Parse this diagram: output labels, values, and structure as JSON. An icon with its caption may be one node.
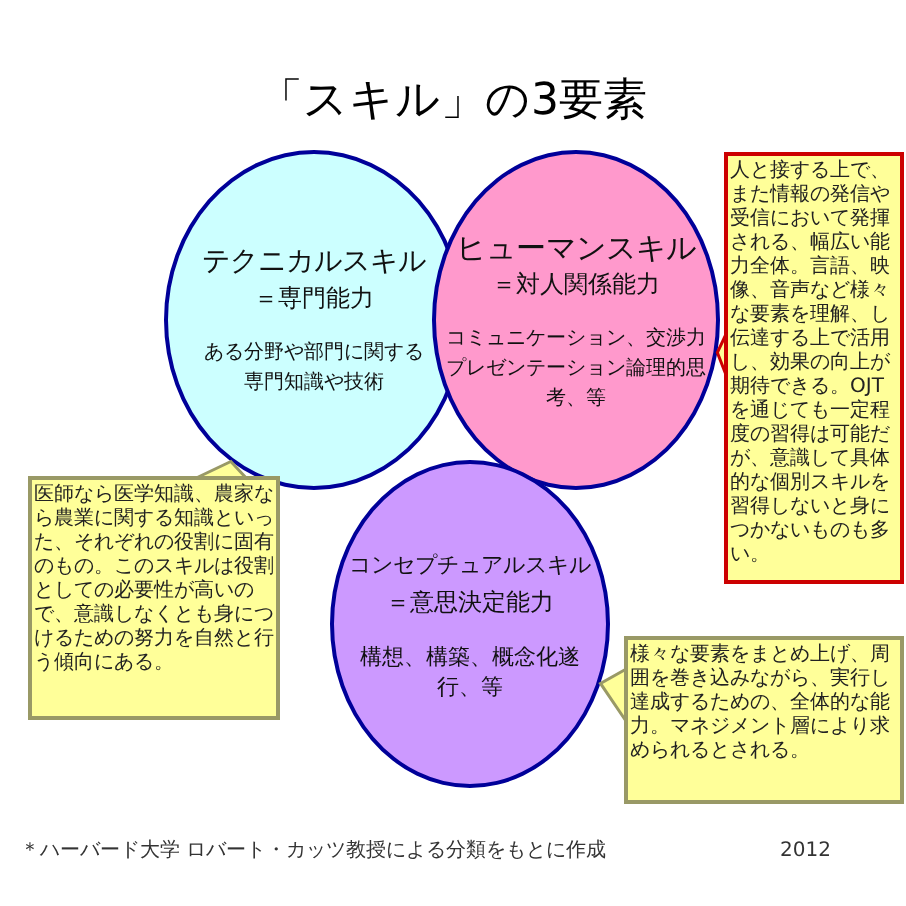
{
  "diagram": {
    "title": "「スキル」の3要素",
    "nodes": [
      {
        "text": [
          "テクニカルスキル",
          "＝専門能力",
          "ある分野や部門に関する専門知識や技術"
        ]
      },
      {
        "text": [
          "ヒューマンスキル",
          "＝対人関係能力",
          "コミュニケーション、交渉力プレゼンテーション論理的思考、等"
        ]
      },
      {
        "text": [
          "人と接する上で、また情報の発信や受信において発揮される、幅広い能力全体。言語、映像、音声など様々な要素を理解、し伝達する上で活用し、効果の向上が期待できる。OJTを通じても一定程度の習得は可能だが、意識して具体的な個別スキルを習得しないと身につかないものも多い。"
        ]
      },
      {
        "text": [
          "医師なら医学知識、農家なら農業に関する知識といった、それぞれの役割に固有のもの。このスキルは役割としての必要性が高いので、意識しなくとも身につけるための努力を自然と行う傾向にある。"
        ]
      },
      {
        "text": [
          "コンセプチュアルスキル",
          "＝意思決定能力",
          "構想、構築、概念化遂行、等"
        ]
      },
      {
        "text": [
          "様々な要素をまとめ上げ、周囲を巻き込みながら、実行し達成するための、全体的な能力。マネジメント層により求められるとされる。"
        ]
      }
    ],
    "edges": [
      {
        "from": 2,
        "to": 1,
        "arrow": "none",
        "color": "#cc0000"
      },
      {
        "from": 3,
        "to": 0,
        "arrow": "none"
      },
      {
        "from": 5,
        "to": 4,
        "arrow": "none"
      }
    ],
    "labels": [
      "＊ハーバード大学 ロバート・カッツ教授による分類をもとに作成",
      "2012"
    ]
  }
}
